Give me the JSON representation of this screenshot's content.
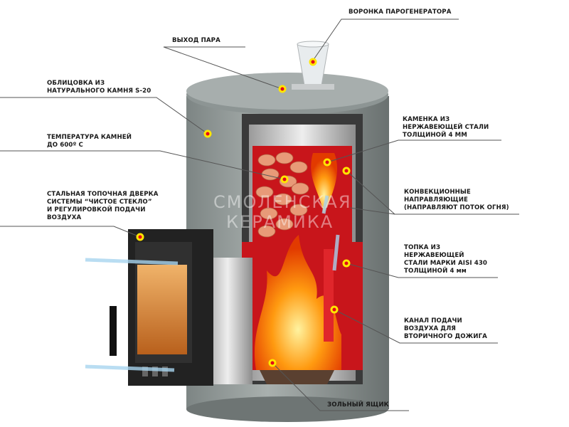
{
  "title": "Устройство печи с облицовкой из камня",
  "watermark": [
    "СМОЛЕНСКАЯ",
    "КЕРАМИКА"
  ],
  "labels": {
    "funnel": [
      "ВОРОНКА ПАРОГЕНЕРАТОРА"
    ],
    "steam_outlet": [
      "ВЫХОД ПАРА"
    ],
    "cladding": [
      "ОБЛИЦОВКА ИЗ",
      "НАТУРАЛЬНОГО КАМНЯ S-20"
    ],
    "stone_temp": [
      "ТЕМПЕРАТУРА КАМНЕЙ",
      "ДО 600º С"
    ],
    "door": [
      "СТАЛЬНАЯ ТОПОЧНАЯ ДВЕРКА",
      "СИСТЕМЫ “ЧИСТОЕ СТЕКЛО”",
      "И РЕГУЛИРОВКОЙ ПОДАЧИ",
      "ВОЗДУХА"
    ],
    "heater": [
      "КАМЕНКА ИЗ",
      "НЕРЖАВЕЮЩЕЙ СТАЛИ",
      "ТОЛЩИНОЙ 4 ММ"
    ],
    "convection": [
      "КОНВЕКЦИОННЫЕ",
      "НАПРАВЛЯЮЩИЕ",
      "(НАПРАВЛЯЮТ ПОТОК ОГНЯ)"
    ],
    "firebox": [
      "ТОПКА ИЗ",
      "НЕРЖАВЕЮЩЕЙ",
      "СТАЛИ МАРКИ AISI 430",
      "ТОЛЩИНОЙ 4 мм"
    ],
    "air_channel": [
      "КАНАЛ ПОДАЧИ",
      "ВОЗДУХА ДЛЯ",
      "ВТОРИЧНОГО ДОЖИГА"
    ],
    "ash_box": [
      "ЗОЛЬНЫЙ ЯЩИК"
    ]
  },
  "colors": {
    "marker_fill": "#e3001b",
    "marker_ring": "#ffe600",
    "leader": "#555555"
  }
}
